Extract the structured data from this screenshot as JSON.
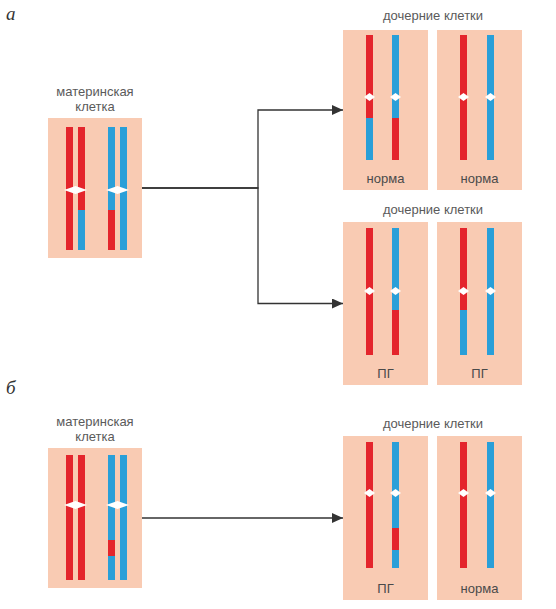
{
  "diagram": {
    "nodes": [
      {
        "text": [
          "материнская клетка"
        ]
      },
      {
        "text": [
          "норма"
        ]
      },
      {
        "text": [
          "норма"
        ]
      },
      {
        "text": [
          "ПГ"
        ]
      },
      {
        "text": [
          "ПГ"
        ]
      },
      {
        "text": [
          "материнская клетка"
        ]
      },
      {
        "text": [
          "ПГ"
        ]
      },
      {
        "text": [
          "норма"
        ]
      }
    ],
    "edges": [
      {
        "from": 0,
        "to": 1,
        "arrow": "to"
      },
      {
        "from": 0,
        "to": 3,
        "arrow": "to"
      },
      {
        "from": 5,
        "to": 6,
        "arrow": "to"
      }
    ],
    "labels": [
      "а",
      "дочерние клетки",
      "дочерние клетки",
      "б",
      "дочерние клетки"
    ]
  }
}
